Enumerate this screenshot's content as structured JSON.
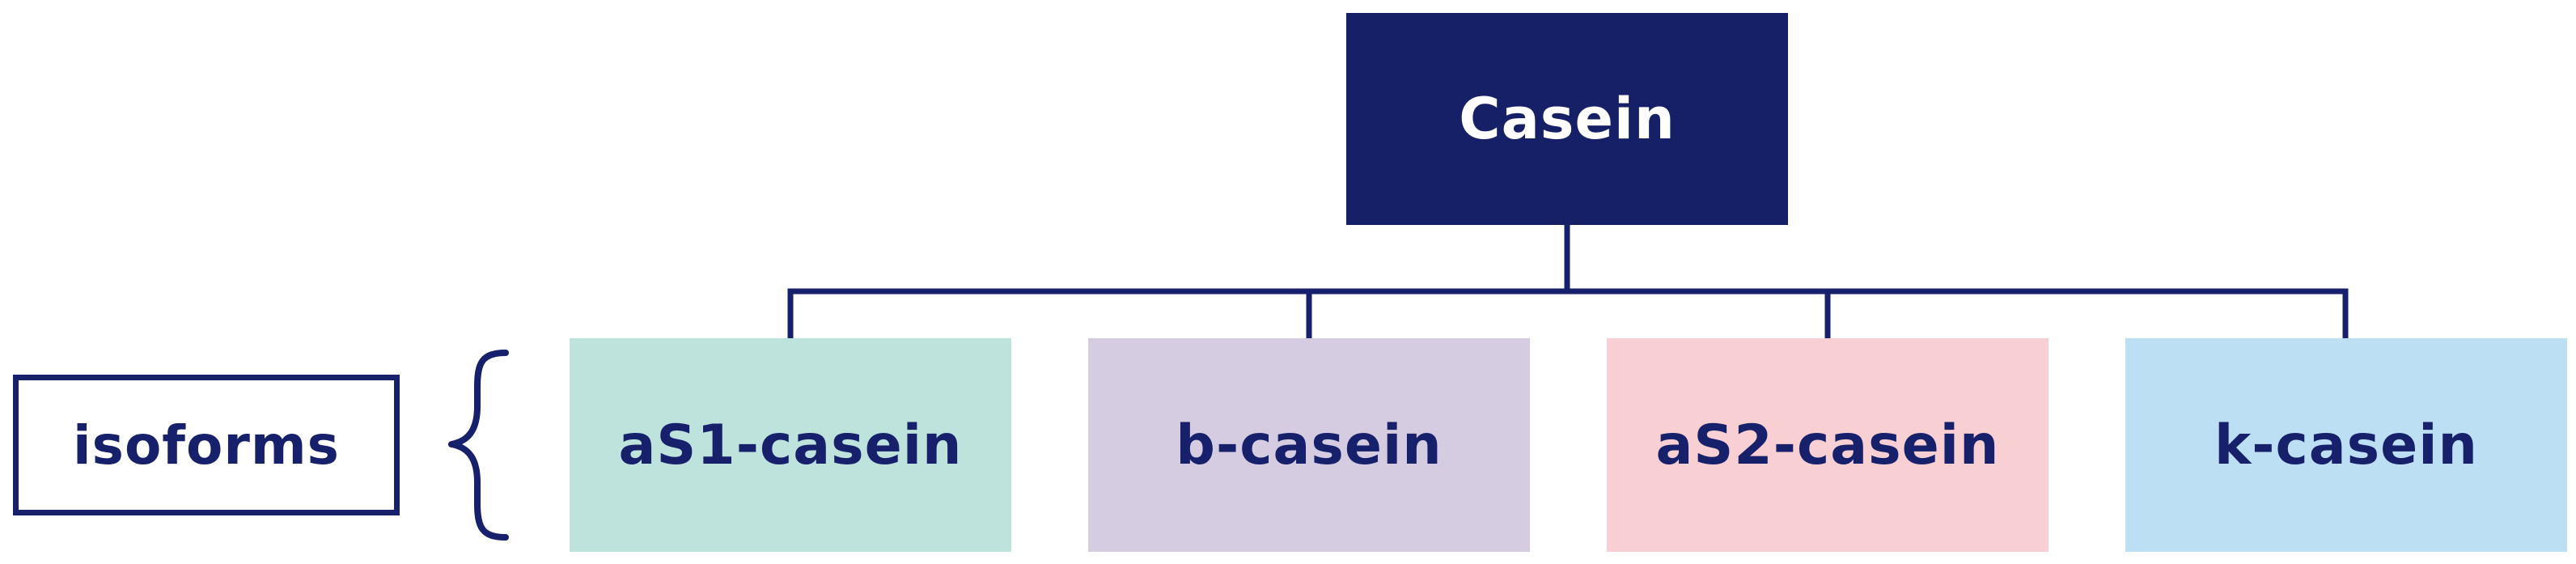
{
  "diagram": {
    "root": {
      "label": "Casein"
    },
    "children": [
      {
        "label": "aS1-casein",
        "color": "#bde3dc"
      },
      {
        "label": "b-casein",
        "color": "#d5cce2"
      },
      {
        "label": "aS2-casein",
        "color": "#f8cfd2"
      },
      {
        "label": "k-casein",
        "color": "#bcdff3"
      }
    ],
    "group_label": "isoforms",
    "colors": {
      "navy": "#162066",
      "text": "#17206b"
    }
  }
}
